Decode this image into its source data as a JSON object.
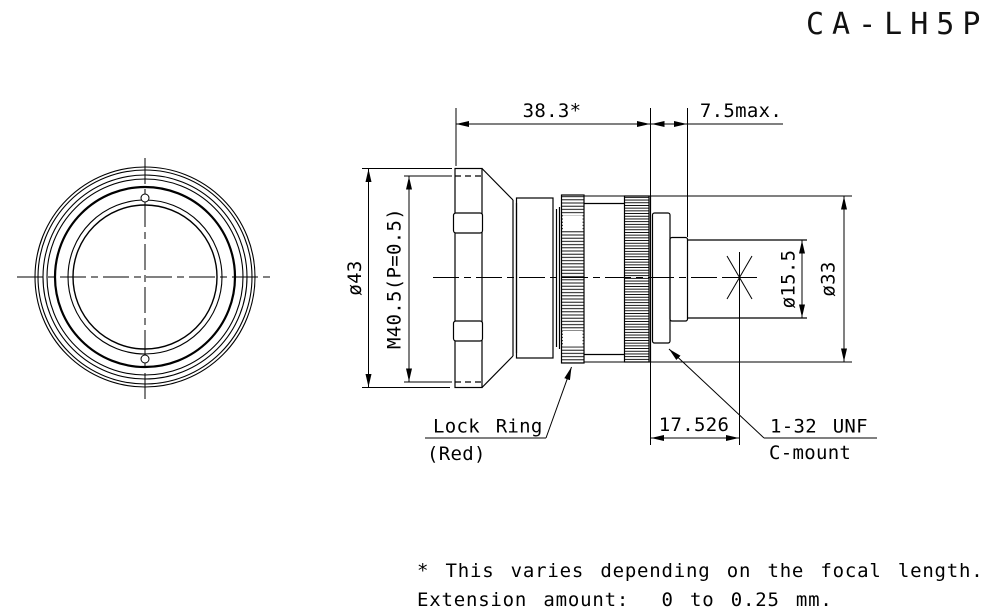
{
  "title": "CA-LH5P",
  "dimensions": {
    "front_length": "38.3*",
    "rear_protrusion": "7.5max.",
    "front_diameter": "ø43",
    "filter_thread": "M40.5(P=0.5)",
    "rear_tube_diameter": "ø15.5",
    "mount_section_diameter": "ø33",
    "flange_back": "17.526"
  },
  "labels": {
    "lock_ring": "Lock Ring",
    "lock_ring_color": "(Red)",
    "mount_thread": "1-32 UNF",
    "mount_type": "C-mount"
  },
  "footnote": {
    "line1": "* This varies depending on the focal length.",
    "line2": "Extension amount:  0 to 0.25 mm."
  },
  "colors": {
    "line": "#000000",
    "background": "#ffffff"
  }
}
